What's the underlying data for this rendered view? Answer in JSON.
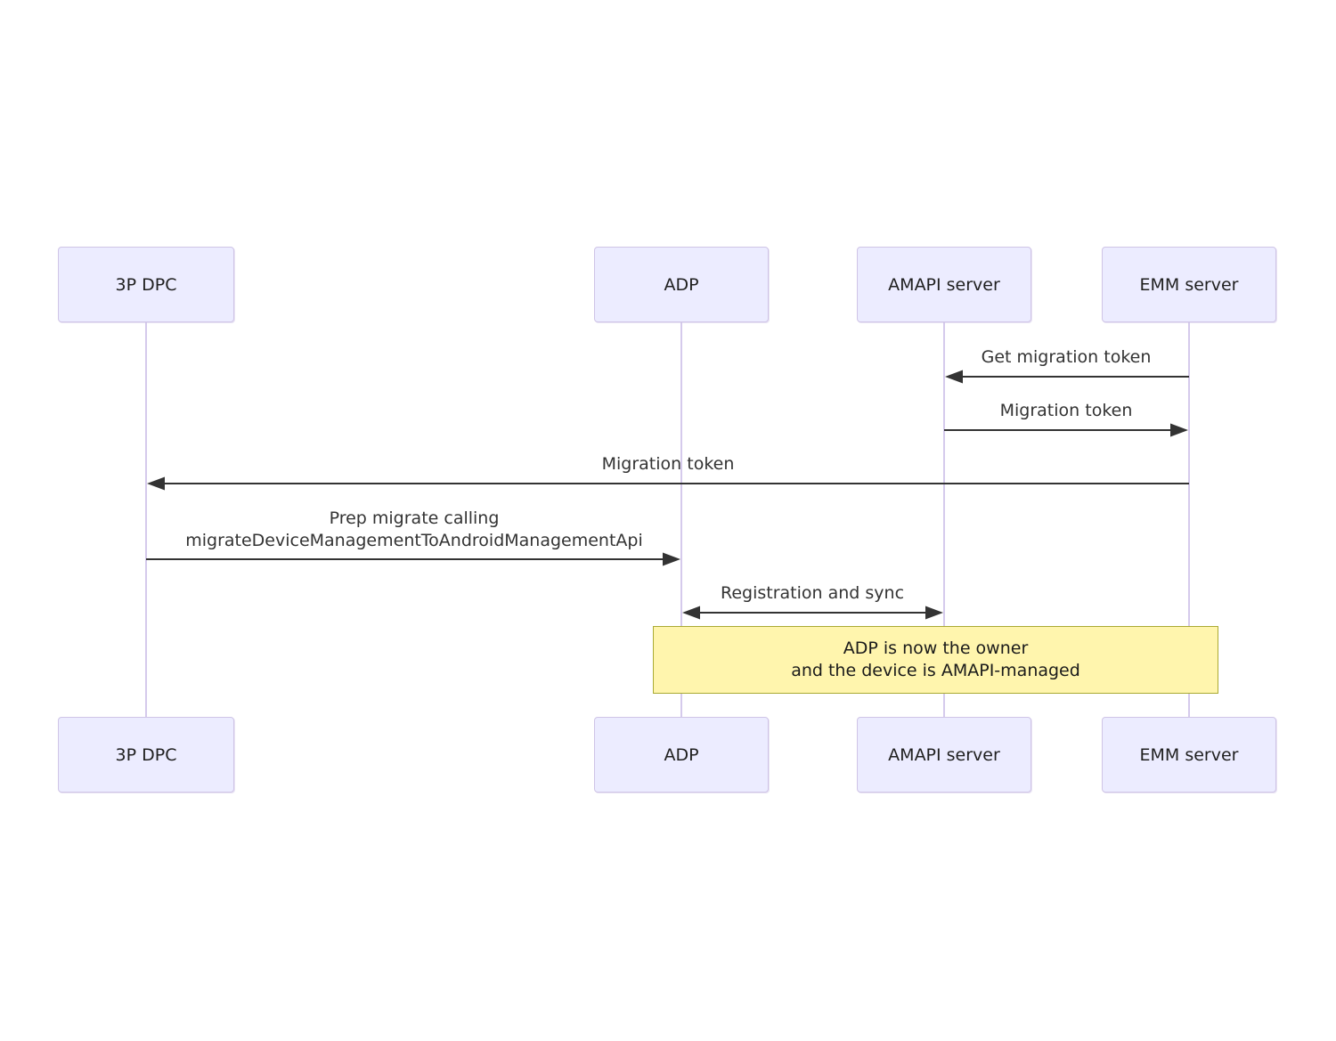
{
  "diagram": {
    "type": "sequence-diagram",
    "actors": [
      {
        "label": "3P DPC"
      },
      {
        "label": "ADP"
      },
      {
        "label": "AMAPI server"
      },
      {
        "label": "EMM server"
      }
    ],
    "messages": [
      {
        "from": "EMM server",
        "to": "AMAPI server",
        "direction": "left",
        "label": "Get migration token"
      },
      {
        "from": "AMAPI server",
        "to": "EMM server",
        "direction": "right",
        "label": "Migration token"
      },
      {
        "from": "EMM server",
        "to": "3P DPC",
        "direction": "left",
        "label": "Migration token"
      },
      {
        "from": "3P DPC",
        "to": "ADP",
        "direction": "right",
        "label_lines": [
          "Prep migrate calling",
          "migrateDeviceManagementToAndroidManagementApi"
        ]
      },
      {
        "from": "ADP",
        "to": "AMAPI server",
        "direction": "bidirectional",
        "label": "Registration and sync"
      }
    ],
    "note": {
      "over": [
        "ADP",
        "AMAPI server",
        "EMM server"
      ],
      "lines": [
        "ADP is now the owner",
        "and the device is AMAPI-managed"
      ]
    },
    "colors": {
      "actor_fill": "#ECECFF",
      "actor_border": "#CFC4E6",
      "lifeline": "#D5CAEC",
      "arrow": "#333333",
      "message_text": "#333333",
      "note_fill": "#FFF5AD",
      "note_border": "#AAAA33",
      "background": "#FFFFFF"
    }
  }
}
